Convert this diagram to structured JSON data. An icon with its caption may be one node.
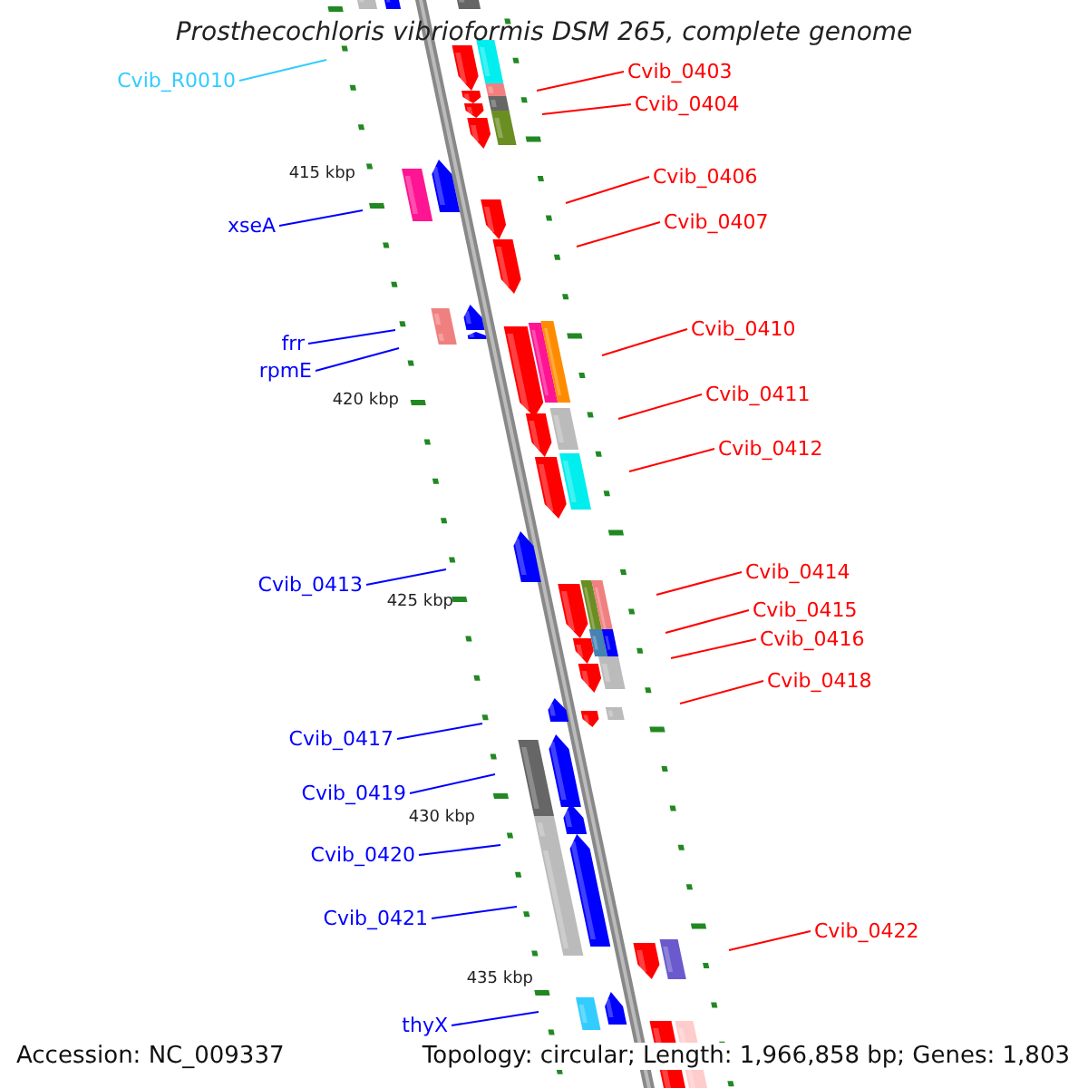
{
  "diagram": {
    "title": "Prosthecochloris vibrioformis DSM 265, complete genome",
    "nodes": [
      {
        "text": [
          "Cvib_0403"
        ]
      },
      {
        "text": [
          "Cvib_R0010"
        ]
      },
      {
        "text": [
          "Cvib_0404"
        ]
      },
      {
        "text": [
          "Cvib_0406"
        ]
      },
      {
        "text": [
          "xseA"
        ]
      },
      {
        "text": [
          "Cvib_0407"
        ]
      },
      {
        "text": [
          "Cvib_0410"
        ]
      },
      {
        "text": [
          "frr"
        ]
      },
      {
        "text": [
          "rpmE"
        ]
      },
      {
        "text": [
          "Cvib_0411"
        ]
      },
      {
        "text": [
          "Cvib_0412"
        ]
      },
      {
        "text": [
          "Cvib_0414"
        ]
      },
      {
        "text": [
          "Cvib_0413"
        ]
      },
      {
        "text": [
          "Cvib_0415"
        ]
      },
      {
        "text": [
          "Cvib_0416"
        ]
      },
      {
        "text": [
          "Cvib_0418"
        ]
      },
      {
        "text": [
          "Cvib_0417"
        ]
      },
      {
        "text": [
          "Cvib_0419"
        ]
      },
      {
        "text": [
          "Cvib_0420"
        ]
      },
      {
        "text": [
          "Cvib_0421"
        ]
      },
      {
        "text": [
          "Cvib_0422"
        ]
      },
      {
        "text": [
          "thyX"
        ]
      }
    ],
    "edges": [
      {
        "from": 0,
        "to": null,
        "arrow": "none"
      },
      {
        "from": 1,
        "to": null,
        "arrow": "none",
        "color": "#33ccff"
      },
      {
        "from": 2,
        "to": null,
        "arrow": "none"
      },
      {
        "from": 3,
        "to": null,
        "arrow": "none"
      },
      {
        "from": 4,
        "to": null,
        "arrow": "none",
        "color": "#0000ff"
      },
      {
        "from": 5,
        "to": null,
        "arrow": "none"
      },
      {
        "from": 6,
        "to": null,
        "arrow": "none"
      },
      {
        "from": 7,
        "to": null,
        "arrow": "none",
        "color": "#0000ff"
      },
      {
        "from": 8,
        "to": null,
        "arrow": "none",
        "color": "#0000ff"
      },
      {
        "from": 9,
        "to": null,
        "arrow": "none"
      },
      {
        "from": 10,
        "to": null,
        "arrow": "none"
      },
      {
        "from": 11,
        "to": null,
        "arrow": "none"
      },
      {
        "from": 12,
        "to": null,
        "arrow": "none",
        "color": "#0000ff"
      },
      {
        "from": 13,
        "to": null,
        "arrow": "none"
      },
      {
        "from": 14,
        "to": null,
        "arrow": "none"
      },
      {
        "from": 15,
        "to": null,
        "arrow": "none"
      },
      {
        "from": 16,
        "to": null,
        "arrow": "none",
        "color": "#0000ff"
      },
      {
        "from": 17,
        "to": null,
        "arrow": "none",
        "color": "#0000ff"
      },
      {
        "from": 18,
        "to": null,
        "arrow": "none",
        "color": "#0000ff"
      },
      {
        "from": 19,
        "to": null,
        "arrow": "none",
        "color": "#0000ff"
      },
      {
        "from": 20,
        "to": null,
        "arrow": "none"
      },
      {
        "from": 21,
        "to": null,
        "arrow": "none",
        "color": "#0000ff"
      }
    ],
    "labels": [
      "415 kbp",
      "420 kbp",
      "425 kbp",
      "430 kbp",
      "435 kbp",
      "Accession: NC_009337",
      "Topology: circular; Length: 1,966,858 bp; Genes: 1,803"
    ]
  }
}
